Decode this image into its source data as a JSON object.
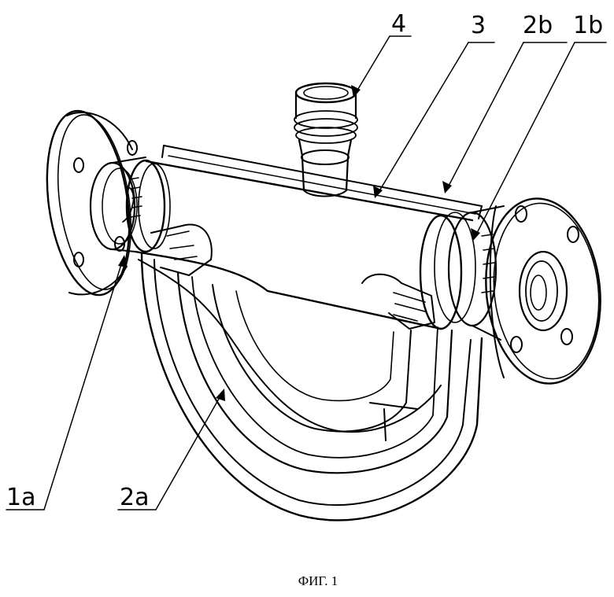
{
  "labels": {
    "l4": "4",
    "l3": "3",
    "l2b": "2b",
    "l1b": "1b",
    "l1a": "1a",
    "l2a": "2a"
  },
  "caption": "ФИГ. 1"
}
